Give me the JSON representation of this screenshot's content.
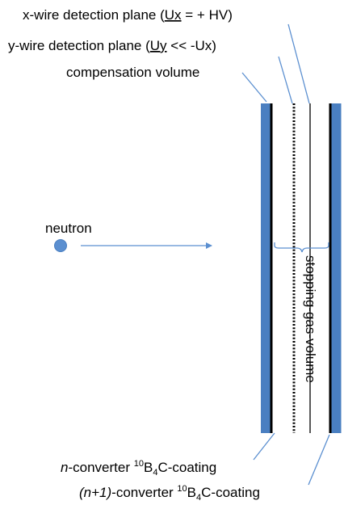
{
  "labels": {
    "x_wire": {
      "before": "x-wire detection plane (",
      "u": "Ux",
      "after": " = + HV)"
    },
    "y_wire": {
      "before": "y-wire detection plane (",
      "u": "Uy",
      "after": " << -Ux)"
    },
    "compensation": "compensation volume",
    "neutron": "neutron",
    "stopping_gas": "stopping-gas-volume",
    "n_converter": {
      "italic": "n",
      "text": "-converter ",
      "sup": "10",
      "b": "B",
      "sub": "4",
      "end": "C-coating"
    },
    "n1_converter": {
      "italic": "(n+1)",
      "text": "-converter ",
      "sup": "10",
      "b": "B",
      "sub": "4",
      "end": "C-coating"
    }
  },
  "colors": {
    "plate_blue": "#4a7fc1",
    "neutron_fill": "#5b8fd0",
    "arrow": "#5b8fd0",
    "spellcheck": "#e03030"
  }
}
